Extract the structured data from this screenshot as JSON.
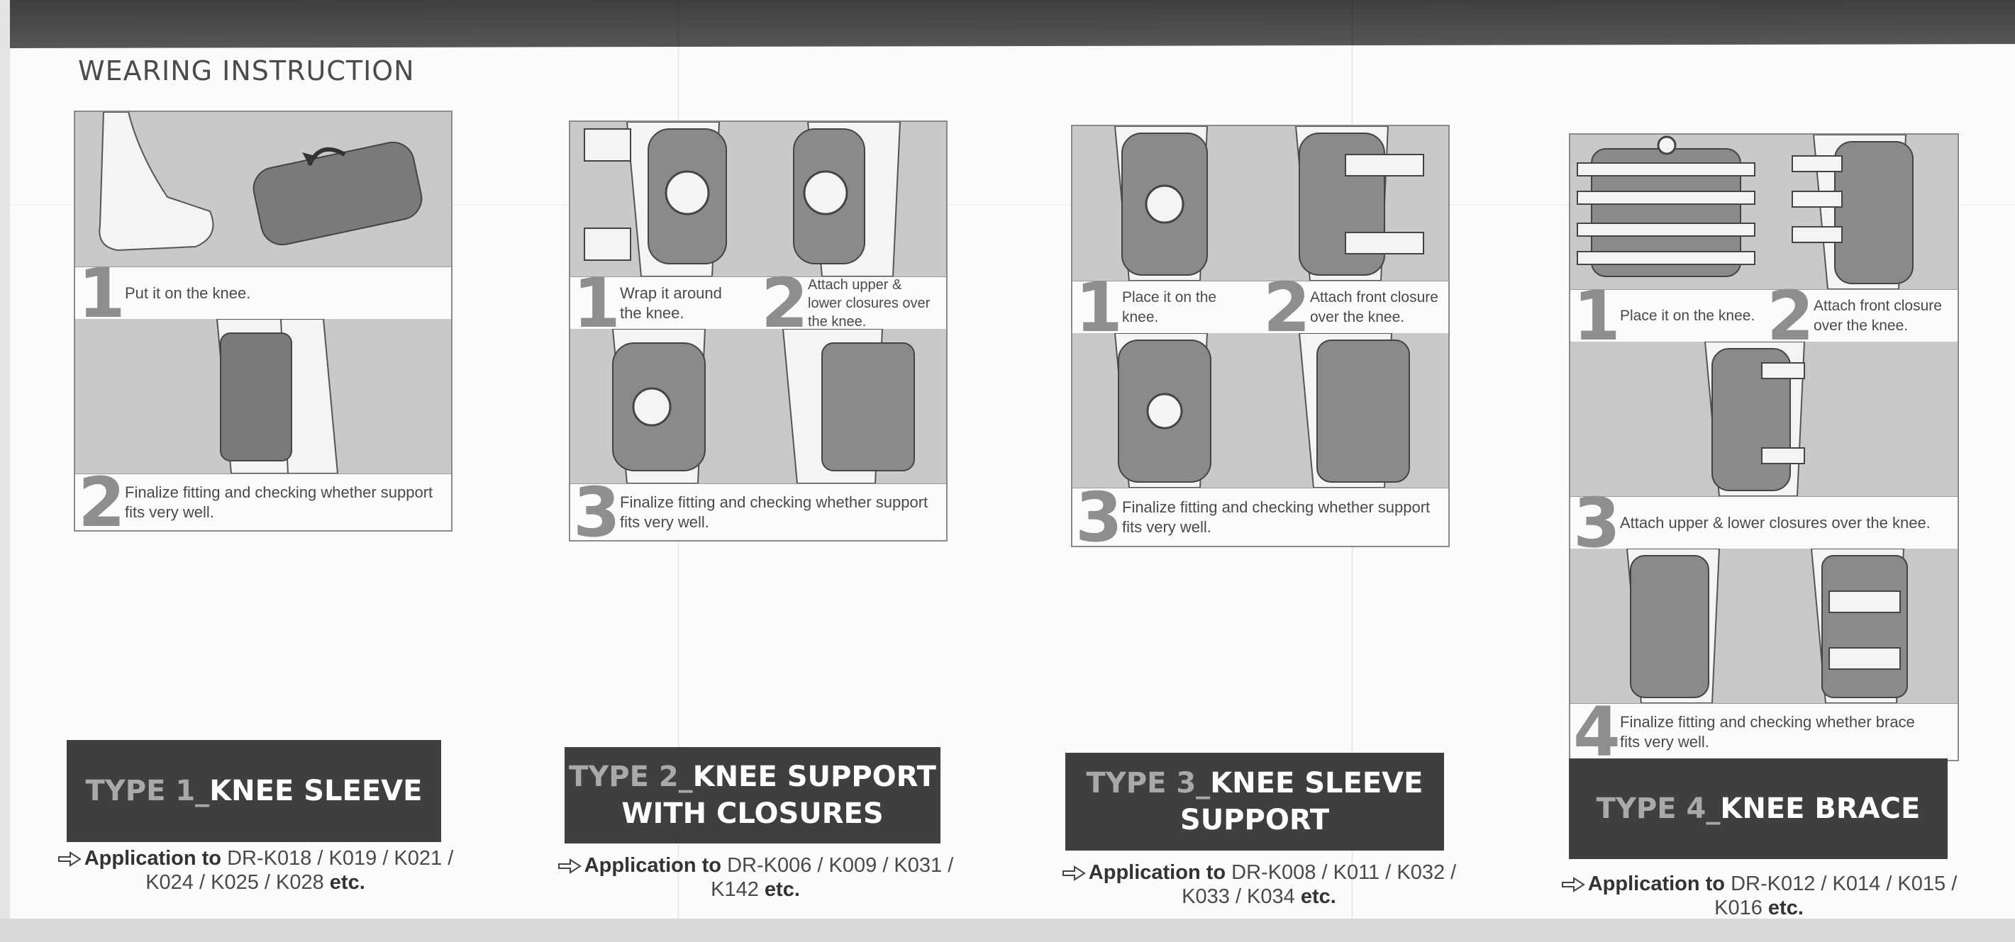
{
  "title": "WEARING INSTRUCTION",
  "icons": {
    "application": "arrow-right-outline-icon"
  },
  "colors": {
    "band": "#3f3f3f",
    "prefix_text": "#a9a9a9",
    "illustration_bg": "#c9c9c9",
    "step_number": "#8e8e8e"
  },
  "types": [
    {
      "prefix": "TYPE 1_",
      "name": "KNEE SLEEVE",
      "name_line2": "",
      "steps": [
        {
          "num": "1",
          "text": "Put it on the knee."
        },
        {
          "num": "2",
          "text": "Finalize fitting and checking whether support fits very well."
        }
      ],
      "application": {
        "label": "Application to",
        "models": "DR-K018 / K019 / K021 / K024 / K025 / K028",
        "suffix": "etc."
      }
    },
    {
      "prefix": "TYPE 2_",
      "name": "KNEE SUPPORT",
      "name_line2": "WITH CLOSURES",
      "steps": [
        {
          "num": "1",
          "text": "Wrap it around the knee."
        },
        {
          "num": "2",
          "text": "Attach upper & lower closures over the knee."
        },
        {
          "num": "3",
          "text": "Finalize fitting and checking whether support fits very well."
        }
      ],
      "application": {
        "label": "Application to",
        "models": "DR-K006 / K009 / K031 / K142",
        "suffix": "etc."
      }
    },
    {
      "prefix": "TYPE 3_",
      "name": "KNEE SLEEVE",
      "name_line2": "SUPPORT",
      "steps": [
        {
          "num": "1",
          "text": "Place it on the knee."
        },
        {
          "num": "2",
          "text": "Attach front closure over the knee."
        },
        {
          "num": "3",
          "text": "Finalize fitting and checking whether support fits very well."
        }
      ],
      "application": {
        "label": "Application to",
        "models": "DR-K008 / K011 / K032 / K033 / K034",
        "suffix": "etc."
      }
    },
    {
      "prefix": "TYPE 4_",
      "name": "KNEE BRACE",
      "name_line2": "",
      "steps": [
        {
          "num": "1",
          "text": "Place it on the knee."
        },
        {
          "num": "2",
          "text": "Attach front closure over the knee."
        },
        {
          "num": "3",
          "text": "Attach upper & lower closures over the knee."
        },
        {
          "num": "4",
          "text": "Finalize fitting and checking whether brace fits very well."
        }
      ],
      "application": {
        "label": "Application to",
        "models": "DR-K012 / K014 / K015 / K016",
        "suffix": "etc."
      }
    }
  ]
}
